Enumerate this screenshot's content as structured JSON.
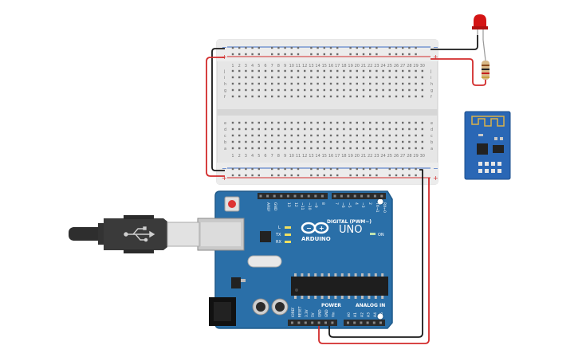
{
  "colors": {
    "board": "#2a6fa8",
    "board_edge": "#1f5a8a",
    "breadboard": "#e8e8e8",
    "breadboard_strip": "#d8d8d8",
    "rail_red": "#d22b2b",
    "rail_blue": "#3b6bc4",
    "wire_red": "#d22b2b",
    "wire_black": "#1a1a1a",
    "header": "#2b2b2b",
    "wifi_module": "#2a67b5",
    "led": "#d41414",
    "usb_cable": "#3a3a3a"
  },
  "breadboard": {
    "top_columns": [
      "1",
      "2",
      "3",
      "4",
      "5",
      "6",
      "7",
      "8",
      "9",
      "10",
      "11",
      "12",
      "13",
      "14",
      "15",
      "16",
      "17",
      "18",
      "19",
      "20",
      "21",
      "22",
      "23",
      "24",
      "25",
      "26",
      "27",
      "28",
      "29",
      "30"
    ],
    "bottom_columns": [
      "1",
      "2",
      "3",
      "4",
      "5",
      "6",
      "7",
      "8",
      "9",
      "10",
      "11",
      "12",
      "13",
      "14",
      "15",
      "16",
      "17",
      "18",
      "19",
      "20",
      "21",
      "22",
      "23",
      "24",
      "25",
      "26",
      "27",
      "28",
      "29",
      "30"
    ],
    "row_letters_top": [
      "j",
      "i",
      "h",
      "g",
      "f"
    ],
    "row_letters_bottom": [
      "e",
      "d",
      "c",
      "b",
      "a"
    ],
    "rail_minus": "−",
    "rail_plus": "+"
  },
  "arduino": {
    "brand": "ARDUINO",
    "model": "UNO",
    "on_label": "ON",
    "digital_label": "DIGITAL (PWM~)",
    "power_label": "POWER",
    "analog_label": "ANALOG IN",
    "top_pin_labels": [
      "AREF",
      "GND",
      "13",
      "12",
      "~11",
      "~10",
      "~9",
      "8",
      "7",
      "~6",
      "~5",
      "4",
      "~3",
      "2",
      "TX→1",
      "RX←0"
    ],
    "bottom_power_pins": [
      "IOREF",
      "RESET",
      "3.3V",
      "5V",
      "GND",
      "GND",
      "Vin"
    ],
    "analog_pins": [
      "A0",
      "A1",
      "A2",
      "A3",
      "A4",
      "A5"
    ],
    "led_labels": [
      "L",
      "TX",
      "RX"
    ]
  },
  "icons": {
    "arduino_logo": "infinity-logo-icon",
    "usb": "usb-symbol-icon"
  }
}
